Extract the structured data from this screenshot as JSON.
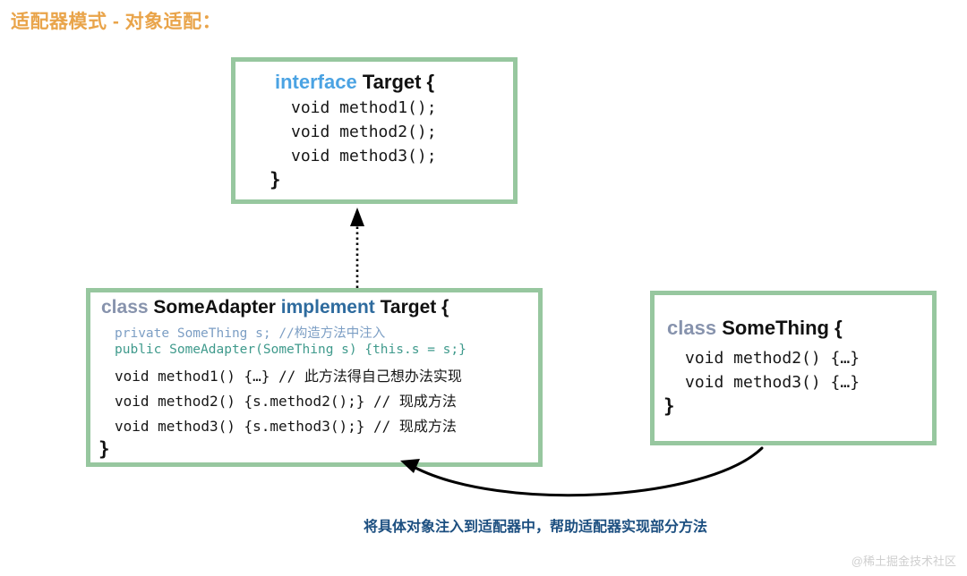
{
  "title": "适配器模式 - 对象适配：",
  "colors": {
    "title": "#e9a44a",
    "box_border": "#97c79f",
    "keyword_interface": "#4ba3e3",
    "keyword_class": "#8793ad",
    "keyword_implement": "#2e6b9e",
    "code_teal": "#3f9a8c",
    "code_slate": "#7c9ec4",
    "caption": "#1c4f80",
    "arrow": "#000000",
    "watermark": "#cfcfcf",
    "background": "#ffffff"
  },
  "boxes": {
    "target": {
      "header": {
        "keyword": "interface",
        "name": "Target {"
      },
      "lines": [
        "void method1();",
        "void method2();",
        "void method3();"
      ],
      "closing_brace": "}"
    },
    "adapter": {
      "header": {
        "keyword1": "class",
        "name1": "SomeAdapter",
        "keyword2": "implement",
        "name2": "Target {"
      },
      "lines": [
        "private SomeThing s; //构造方法中注入",
        "public SomeAdapter(SomeThing s) {this.s = s;}",
        "void method1() {…} // 此方法得自己想办法实现",
        "void method2() {s.method2();} // 现成方法",
        "void method3() {s.method3();} // 现成方法"
      ],
      "closing_brace": "}"
    },
    "something": {
      "header": {
        "keyword": "class",
        "name": "SomeThing {"
      },
      "lines": [
        "void method2() {…}",
        "void method3() {…}"
      ],
      "closing_brace": "}"
    }
  },
  "arrows": {
    "implements": {
      "style": "dotted-line-with-hollow-triangle",
      "from": "SomeAdapter",
      "to": "Target"
    },
    "injection": {
      "style": "curved-solid-arrow",
      "from": "SomeThing",
      "to": "SomeAdapter"
    }
  },
  "caption": "将具体对象注入到适配器中，帮助适配器实现部分方法",
  "watermark": "@稀土掘金技术社区"
}
